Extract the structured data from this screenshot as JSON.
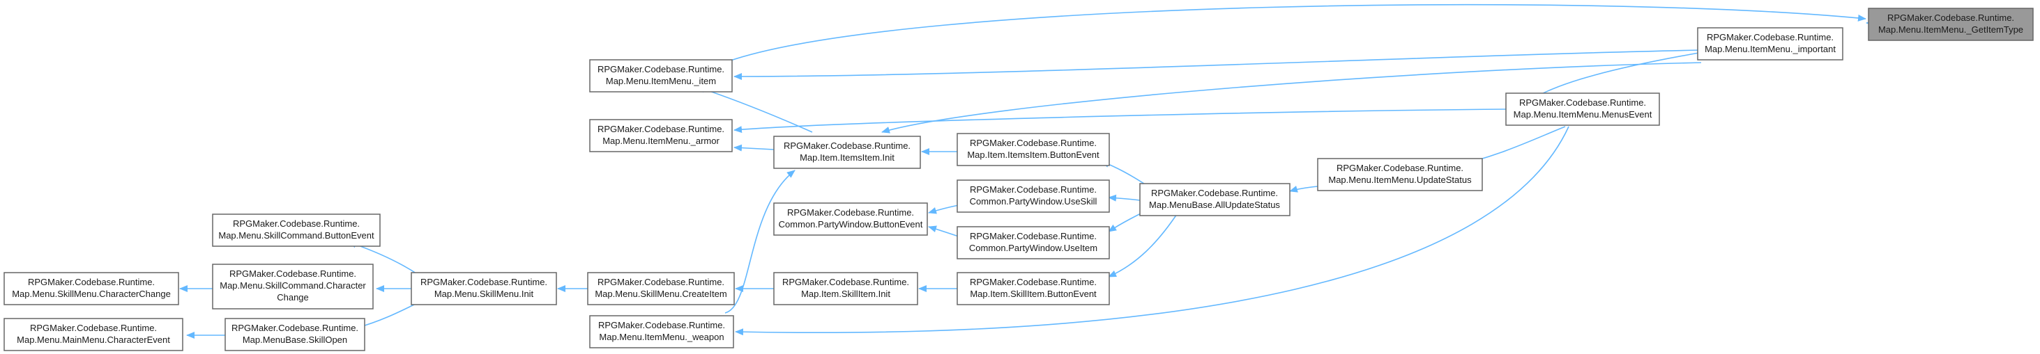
{
  "graph": {
    "edge_color": "#63b8ff",
    "highlight_fill": "#999999",
    "nodes": [
      {
        "id": "getItemType",
        "line1": "RPGMaker.Codebase.Runtime.",
        "line2": "Map.Menu.ItemMenu._GetItemType"
      },
      {
        "id": "important",
        "line1": "RPGMaker.Codebase.Runtime.",
        "line2": "Map.Menu.ItemMenu._important"
      },
      {
        "id": "item",
        "line1": "RPGMaker.Codebase.Runtime.",
        "line2": "Map.Menu.ItemMenu._item"
      },
      {
        "id": "menusEvent",
        "line1": "RPGMaker.Codebase.Runtime.",
        "line2": "Map.Menu.ItemMenu.MenusEvent"
      },
      {
        "id": "armor",
        "line1": "RPGMaker.Codebase.Runtime.",
        "line2": "Map.Menu.ItemMenu._armor"
      },
      {
        "id": "itemsItemInit",
        "line1": "RPGMaker.Codebase.Runtime.",
        "line2": "Map.Item.ItemsItem.Init"
      },
      {
        "id": "itemsItemButtonEvent",
        "line1": "RPGMaker.Codebase.Runtime.",
        "line2": "Map.Item.ItemsItem.ButtonEvent"
      },
      {
        "id": "updateStatus",
        "line1": "RPGMaker.Codebase.Runtime.",
        "line2": "Map.Menu.ItemMenu.UpdateStatus"
      },
      {
        "id": "useSkill",
        "line1": "RPGMaker.Codebase.Runtime.",
        "line2": "Common.PartyWindow.UseSkill"
      },
      {
        "id": "allUpdateStatus",
        "line1": "RPGMaker.Codebase.Runtime.",
        "line2": "Map.MenuBase.AllUpdateStatus"
      },
      {
        "id": "partyButtonEvent",
        "line1": "RPGMaker.Codebase.Runtime.",
        "line2": "Common.PartyWindow.ButtonEvent"
      },
      {
        "id": "useItem",
        "line1": "RPGMaker.Codebase.Runtime.",
        "line2": "Common.PartyWindow.UseItem"
      },
      {
        "id": "skillCommandButtonEvent",
        "line1": "RPGMaker.Codebase.Runtime.",
        "line2": "Map.Menu.SkillCommand.ButtonEvent"
      },
      {
        "id": "skillCommandCharacterChange",
        "line1": "RPGMaker.Codebase.Runtime.",
        "line2": "Map.Menu.SkillCommand.Character",
        "line3": "Change"
      },
      {
        "id": "skillMenuCharacterChange",
        "line1": "RPGMaker.Codebase.Runtime.",
        "line2": "Map.Menu.SkillMenu.CharacterChange"
      },
      {
        "id": "skillMenuInit",
        "line1": "RPGMaker.Codebase.Runtime.",
        "line2": "Map.Menu.SkillMenu.Init"
      },
      {
        "id": "createItem",
        "line1": "RPGMaker.Codebase.Runtime.",
        "line2": "Map.Menu.SkillMenu.CreateItem"
      },
      {
        "id": "skillItemInit",
        "line1": "RPGMaker.Codebase.Runtime.",
        "line2": "Map.Item.SkillItem.Init"
      },
      {
        "id": "skillItemButtonEvent",
        "line1": "RPGMaker.Codebase.Runtime.",
        "line2": "Map.Item.SkillItem.ButtonEvent"
      },
      {
        "id": "mainMenuCharacterEvent",
        "line1": "RPGMaker.Codebase.Runtime.",
        "line2": "Map.Menu.MainMenu.CharacterEvent"
      },
      {
        "id": "skillOpen",
        "line1": "RPGMaker.Codebase.Runtime.",
        "line2": "Map.MenuBase.SkillOpen"
      },
      {
        "id": "weapon",
        "line1": "RPGMaker.Codebase.Runtime.",
        "line2": "Map.Menu.ItemMenu._weapon"
      }
    ]
  }
}
